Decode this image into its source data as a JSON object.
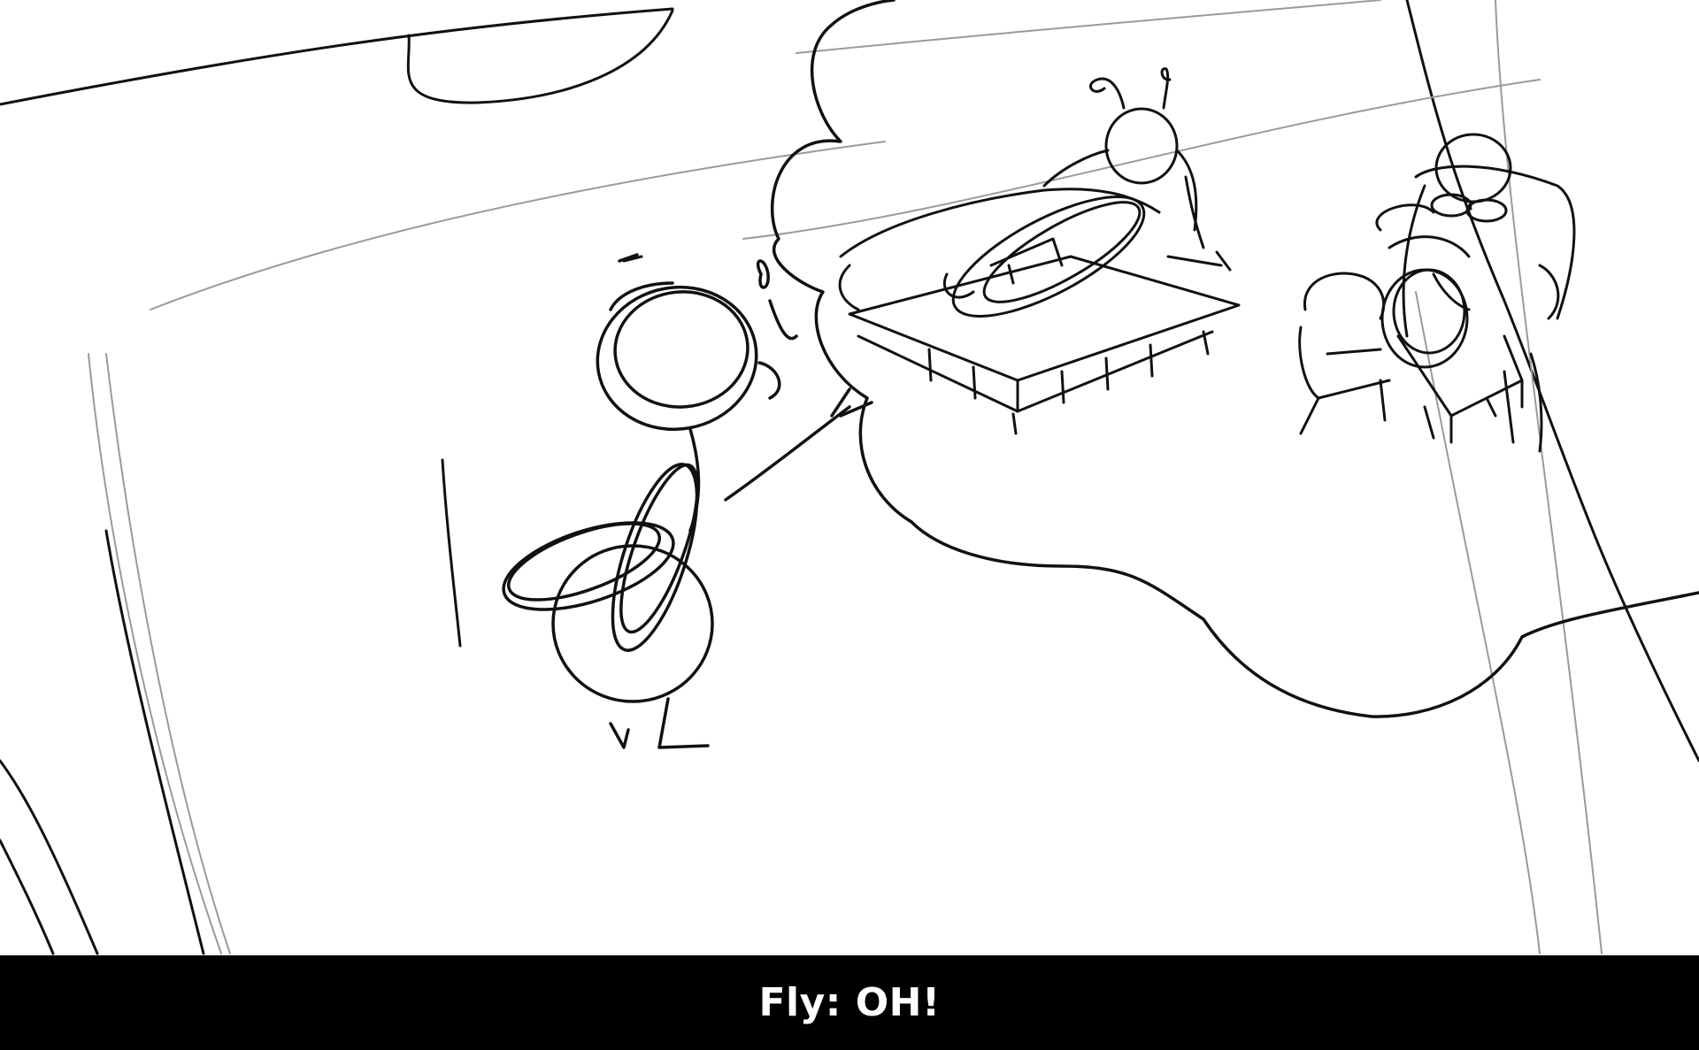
{
  "subtitle": {
    "speaker": "Fly",
    "line": "OH!",
    "full": "Fly: OH!"
  },
  "colors": {
    "background": "#ffffff",
    "ink": "#111111",
    "light_ink": "#9a9a9a",
    "caption_bar": "#000000",
    "caption_text": "#ffffff"
  },
  "scene": {
    "style": "rough pencil storyboard sketch",
    "elements": [
      "room-walls",
      "thought-bubble",
      "fly-character",
      "couch-with-reclining-figure",
      "armchair-with-seated-figure",
      "side-chair"
    ]
  }
}
